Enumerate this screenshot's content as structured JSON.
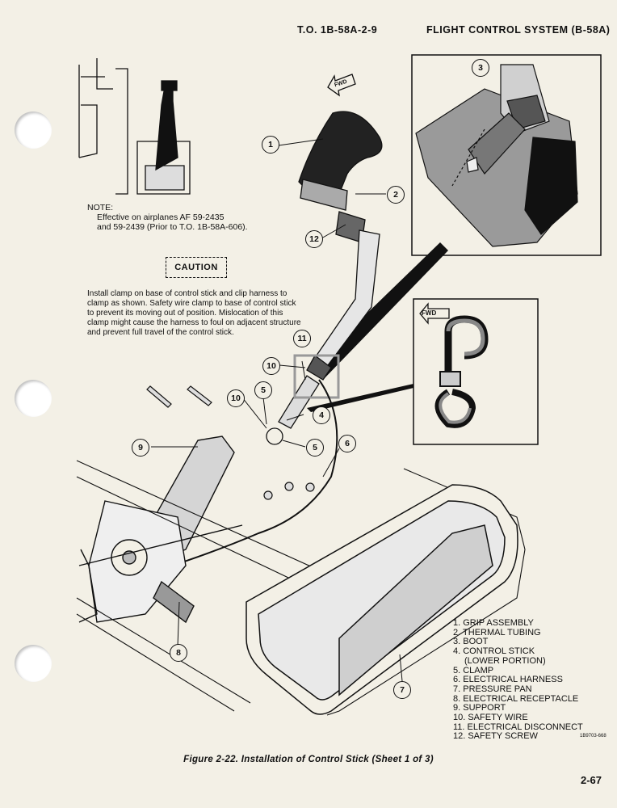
{
  "header": {
    "to_number": "T.O. 1B-58A-2-9",
    "section": "FLIGHT CONTROL SYSTEM (B-58A)"
  },
  "note": {
    "label": "NOTE:",
    "lines": [
      "Effective on airplanes AF 59-2435",
      "and 59-2439 (Prior to T.O. 1B-58A-606)."
    ]
  },
  "caution": {
    "label": "CAUTION",
    "lines": [
      "Install clamp on base of control stick and clip harness to",
      "clamp as shown. Safety wire clamp to base of control stick",
      "to prevent its moving out of position. Mislocation of this",
      "clamp might cause the harness to foul on adjacent structure",
      "and prevent full travel of the control stick."
    ]
  },
  "fwd_label": "FWD",
  "callouts": [
    "1",
    "2",
    "3",
    "4",
    "5",
    "5",
    "6",
    "7",
    "8",
    "9",
    "10",
    "10",
    "11",
    "12"
  ],
  "legend": {
    "items": [
      "1.  GRIP ASSEMBLY",
      "2.  THERMAL TUBING",
      "3.  BOOT",
      "4.  CONTROL STICK",
      "(LOWER PORTION)",
      "5.  CLAMP",
      "6.  ELECTRICAL HARNESS",
      "7.  PRESSURE PAN",
      "8.  ELECTRICAL RECEPTACLE",
      "9.  SUPPORT",
      "10.  SAFETY WIRE",
      "11.  ELECTRICAL DISCONNECT",
      "12.  SAFETY SCREW"
    ]
  },
  "drawing_code": "1B9703-668",
  "caption": "Figure 2-22. Installation of Control Stick (Sheet 1 of 3)",
  "page_number": "2-67"
}
